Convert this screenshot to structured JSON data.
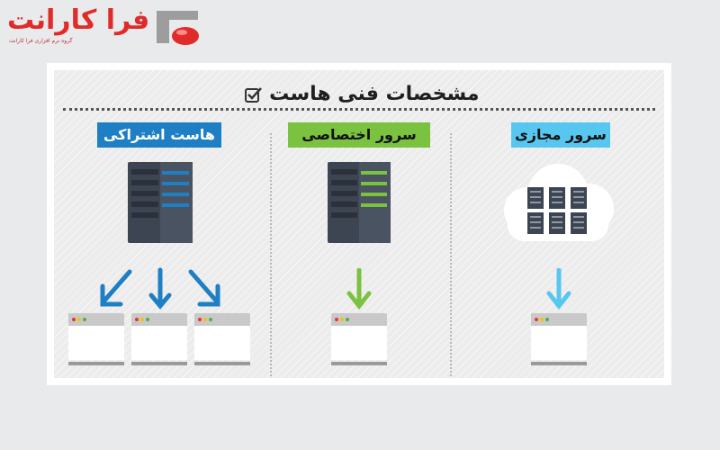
{
  "logo": {
    "text": "فرا کارانت",
    "subtitle": "گروه نرم افزاری فرا کارانت"
  },
  "diagram": {
    "title": "مشخصات فنی هاست",
    "columns": [
      {
        "id": "virtual",
        "label": "سرور مجازی",
        "color": "#58c7f0"
      },
      {
        "id": "dedicated",
        "label": "سرور اختصاصی",
        "color": "#7cc241"
      },
      {
        "id": "shared",
        "label": "هاست اشتراکی",
        "color": "#1e7fc4"
      }
    ]
  },
  "colors": {
    "brand_red": "#e12b2b",
    "server_body": "#3d4552",
    "arrow_virtual": "#58c7f0",
    "arrow_dedicated": "#7cc241",
    "arrow_shared": "#1e7fc4"
  }
}
